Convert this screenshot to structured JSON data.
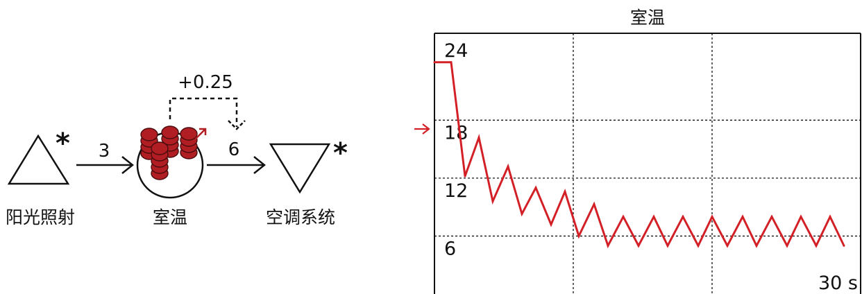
{
  "diagram": {
    "source_label": "阳光照射",
    "stock_label": "室温",
    "sink_label": "空调系统",
    "inflow_rate": "3",
    "outflow_rate": "6",
    "feedback_label": "+0.25",
    "source_marker": "*",
    "sink_marker": "*"
  },
  "chart_data": {
    "type": "line",
    "title": "室温",
    "y_ticks": [
      "24",
      "18",
      "12",
      "6"
    ],
    "x_end_label": "30 s",
    "ylim": [
      0,
      27
    ],
    "xlim": [
      0,
      30
    ],
    "grid": true,
    "colors": {
      "line": "#d32027",
      "stock": "#b01e23",
      "text": "#111111"
    },
    "series": [
      {
        "x": [
          0,
          1.2,
          2.2,
          3.2,
          4.2,
          5.3,
          6.3,
          7.3,
          8.4,
          9.4,
          10.4,
          11.5,
          12.5,
          13.6,
          14.7,
          15.8,
          16.8,
          17.9,
          19.0,
          20.0,
          21.1,
          22.2,
          23.2,
          24.3,
          25.4,
          26.4,
          27.5,
          28.5,
          29.5
        ],
        "y": [
          24,
          24,
          12.2,
          16.2,
          9.6,
          13.2,
          8.3,
          11.0,
          7.2,
          10.6,
          6.0,
          9.3,
          5.0,
          8.0,
          5.0,
          8.0,
          5.0,
          8.0,
          5.0,
          8.0,
          5.0,
          8.0,
          5.0,
          8.0,
          5.0,
          8.0,
          5.0,
          8.0,
          5.0
        ]
      }
    ]
  }
}
